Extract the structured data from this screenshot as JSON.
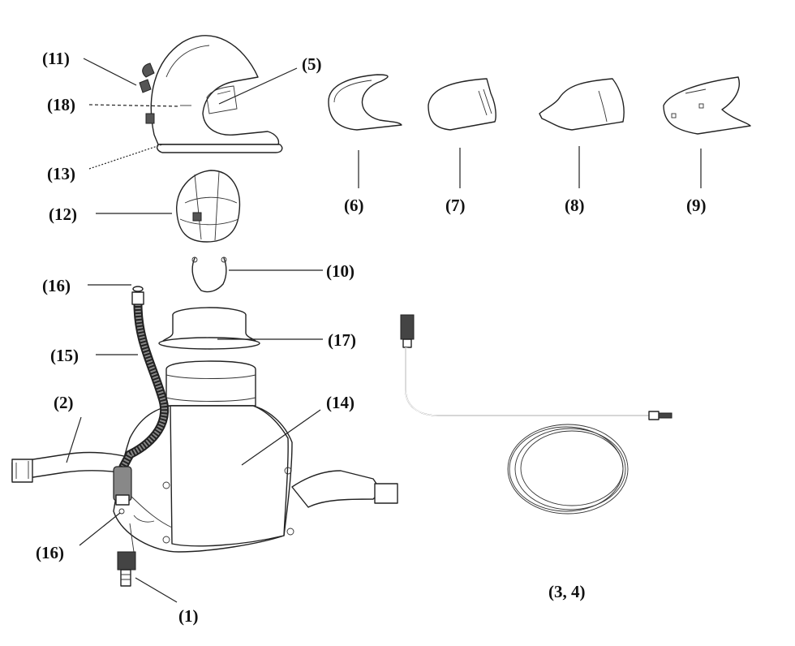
{
  "labels": {
    "p1": "(1)",
    "p2": "(2)",
    "p5": "(5)",
    "p6": "(6)",
    "p7": "(7)",
    "p8": "(8)",
    "p9": "(9)",
    "p10": "(10)",
    "p11": "(11)",
    "p12": "(12)",
    "p13": "(13)",
    "p14": "(14)",
    "p15": "(15)",
    "p16a": "(16)",
    "p16b": "(16)",
    "p17": "(17)",
    "p18": "(18)",
    "p34": "(3, 4)"
  }
}
